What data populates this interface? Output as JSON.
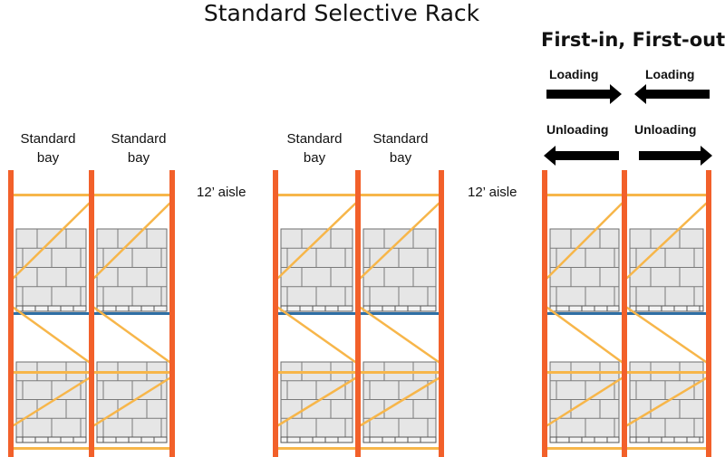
{
  "title": "Standard Selective Rack",
  "fifo_title": "First-in, First-out",
  "bays": [
    {
      "line1": "Standard",
      "line2": "bay"
    },
    {
      "line1": "Standard",
      "line2": "bay"
    },
    {
      "line1": "Standard",
      "line2": "bay"
    },
    {
      "line1": "Standard",
      "line2": "bay"
    }
  ],
  "aisles": [
    "12’ aisle",
    "12’ aisle"
  ],
  "flow": {
    "loading_left": "Loading",
    "loading_right": "Loading",
    "unloading_left": "Unloading",
    "unloading_right": "Unloading"
  },
  "colors": {
    "upright": "#f2602a",
    "bracing": "#f7b64a",
    "beam_blue": "#2f6fa5",
    "pallet_load": "#e6e6e6",
    "arrow": "#000000"
  }
}
